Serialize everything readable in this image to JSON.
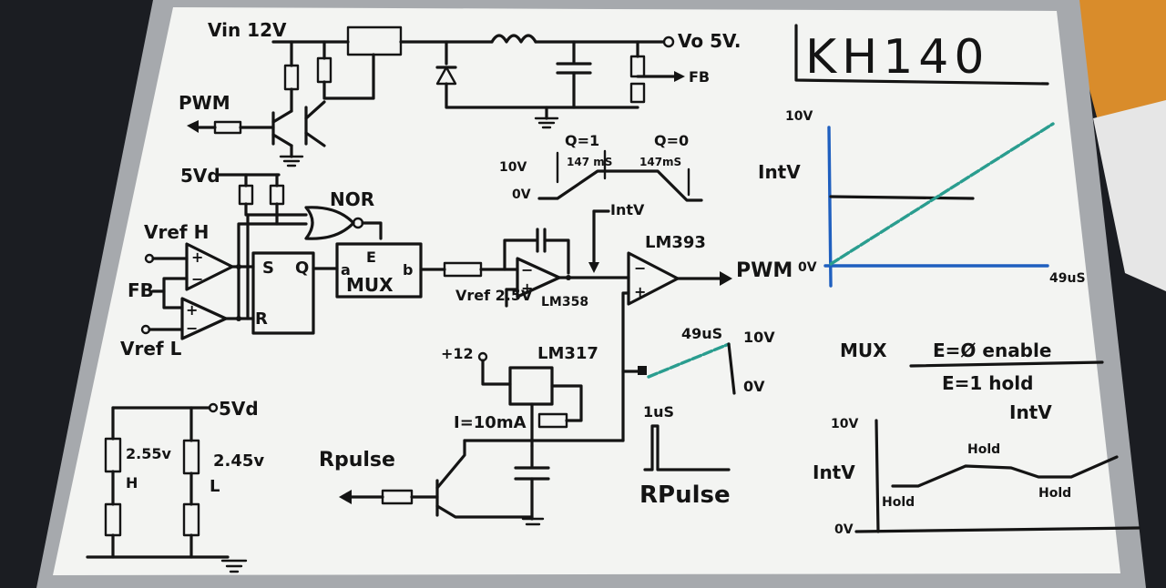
{
  "title": "KH140",
  "power": {
    "vin": "Vin 12V",
    "vout": "Vo 5V.",
    "fb_out": "FB"
  },
  "inputs": {
    "pwm_in": "PWM",
    "supply_5vd": "5Vd",
    "vref_h": "Vref H",
    "fb": "FB",
    "vref_l": "Vref L",
    "vref_25": "Vref 2.5V",
    "plus12": "+12",
    "rpulse": "Rpulse"
  },
  "logic": {
    "nor": "NOR",
    "sr_s": "S",
    "sr_r": "R",
    "sr_q": "Q",
    "mux": "MUX",
    "mux_e": "E",
    "mux_a": "a",
    "mux_b": "b"
  },
  "analog": {
    "lm358": "LM358",
    "lm393": "LM393",
    "lm317": "LM317",
    "current": "I=10mA",
    "intv_node": "IntV",
    "pwm_out": "PWM"
  },
  "timing": {
    "q1": "Q=1",
    "q0": "Q=0",
    "v10": "10V",
    "v0": "0V",
    "t1": "147 mS",
    "t2": "147mS"
  },
  "ramp": {
    "period": "49uS",
    "hi": "10V",
    "lo": "0V"
  },
  "rpulse_plot": {
    "width": "1uS",
    "label": "RPulse"
  },
  "divider": {
    "top": "5Vd",
    "h_val": "2.55v",
    "h_label": "H",
    "l_val": "2.45v",
    "l_label": "L"
  },
  "graph1": {
    "ytop": "10V",
    "ylabel": "IntV",
    "yzero": "0V",
    "xend": "49uS"
  },
  "mux_note": {
    "line1_a": "MUX",
    "line1_b": "E=Ø enable",
    "line2": "E=1 hold",
    "line3": "IntV"
  },
  "graph2": {
    "ytop": "10V",
    "ylabel": "IntV",
    "yzero": "0V",
    "hold1": "Hold",
    "hold2": "Hold",
    "hold3": "Hold"
  }
}
